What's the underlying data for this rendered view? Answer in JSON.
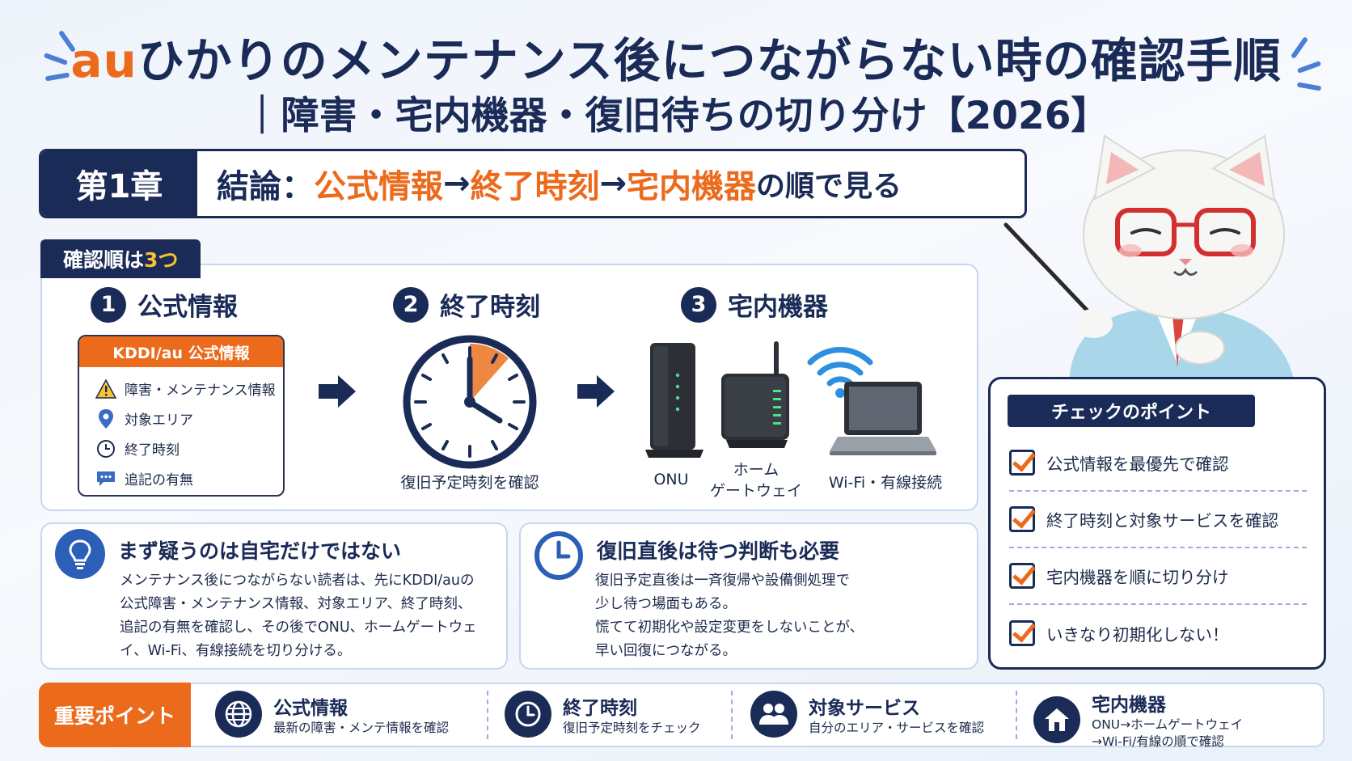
{
  "title": {
    "line1_brand": "au",
    "line1_rest": "ひかりのメンテナンス後につながらない時の確認手順",
    "line2": "｜障害・宅内機器・復旧待ちの切り分け【2026】"
  },
  "chapter": {
    "badge": "第1章",
    "lead": "結論：",
    "item1": "公式情報",
    "sep1": "→",
    "item2": "終了時刻",
    "sep2": "→",
    "item3": "宅内機器",
    "tail": "の順で見る"
  },
  "order_tab": {
    "prefix": "確認順は",
    "count": "3つ"
  },
  "steps": [
    {
      "num": "1",
      "label": "公式情報"
    },
    {
      "num": "2",
      "label": "終了時刻"
    },
    {
      "num": "3",
      "label": "宅内機器"
    }
  ],
  "kddi_box": {
    "header": "KDDI/au 公式情報",
    "items": [
      "障害・メンテナンス情報",
      "対象エリア",
      "終了時刻",
      "追記の有無"
    ]
  },
  "clock_caption": "復旧予定時刻を確認",
  "devices": {
    "onu": "ONU",
    "gateway_line1": "ホーム",
    "gateway_line2": "ゲートウェイ",
    "wifi": "Wi-Fi・有線接続"
  },
  "card_left": {
    "title": "まず疑うのは自宅だけではない",
    "lines": [
      "メンテナンス後につながらない読者は、先にKDDI/auの",
      "公式障害・メンテナンス情報、対象エリア、終了時刻、",
      "追記の有無を確認し、その後でONU、ホームゲートウェ",
      "イ、Wi-Fi、有線接続を切り分ける。"
    ]
  },
  "card_right": {
    "title": "復旧直後は待つ判断も必要",
    "lines": [
      "復旧予定直後は一斉復帰や設備側処理で",
      "少し待つ場面もある。",
      "慌てて初期化や設定変更をしないことが、",
      "早い回復につながる。"
    ]
  },
  "check": {
    "title": "チェックのポイント",
    "items": [
      "公式情報を最優先で確認",
      "終了時刻と対象サービスを確認",
      "宅内機器を順に切り分け",
      "いきなり初期化しない！"
    ]
  },
  "strip": {
    "badge": "重要ポイント",
    "points": [
      {
        "icon": "globe-icon",
        "title": "公式情報",
        "desc1": "最新の障害・メンテ情報を確認",
        "desc2": ""
      },
      {
        "icon": "clock-icon",
        "title": "終了時刻",
        "desc1": "復旧予定時刻をチェック",
        "desc2": ""
      },
      {
        "icon": "people-icon",
        "title": "対象サービス",
        "desc1": "自分のエリア・サービスを確認",
        "desc2": ""
      },
      {
        "icon": "home-icon",
        "title": "宅内機器",
        "desc1": "ONU→ホームゲートウェイ",
        "desc2": "→Wi-Fi/有線の順で確認"
      }
    ]
  },
  "colors": {
    "navy": "#1a2b57",
    "orange": "#ec6a1c",
    "accent_blue": "#2b5fb8",
    "yellow": "#f7c233"
  }
}
